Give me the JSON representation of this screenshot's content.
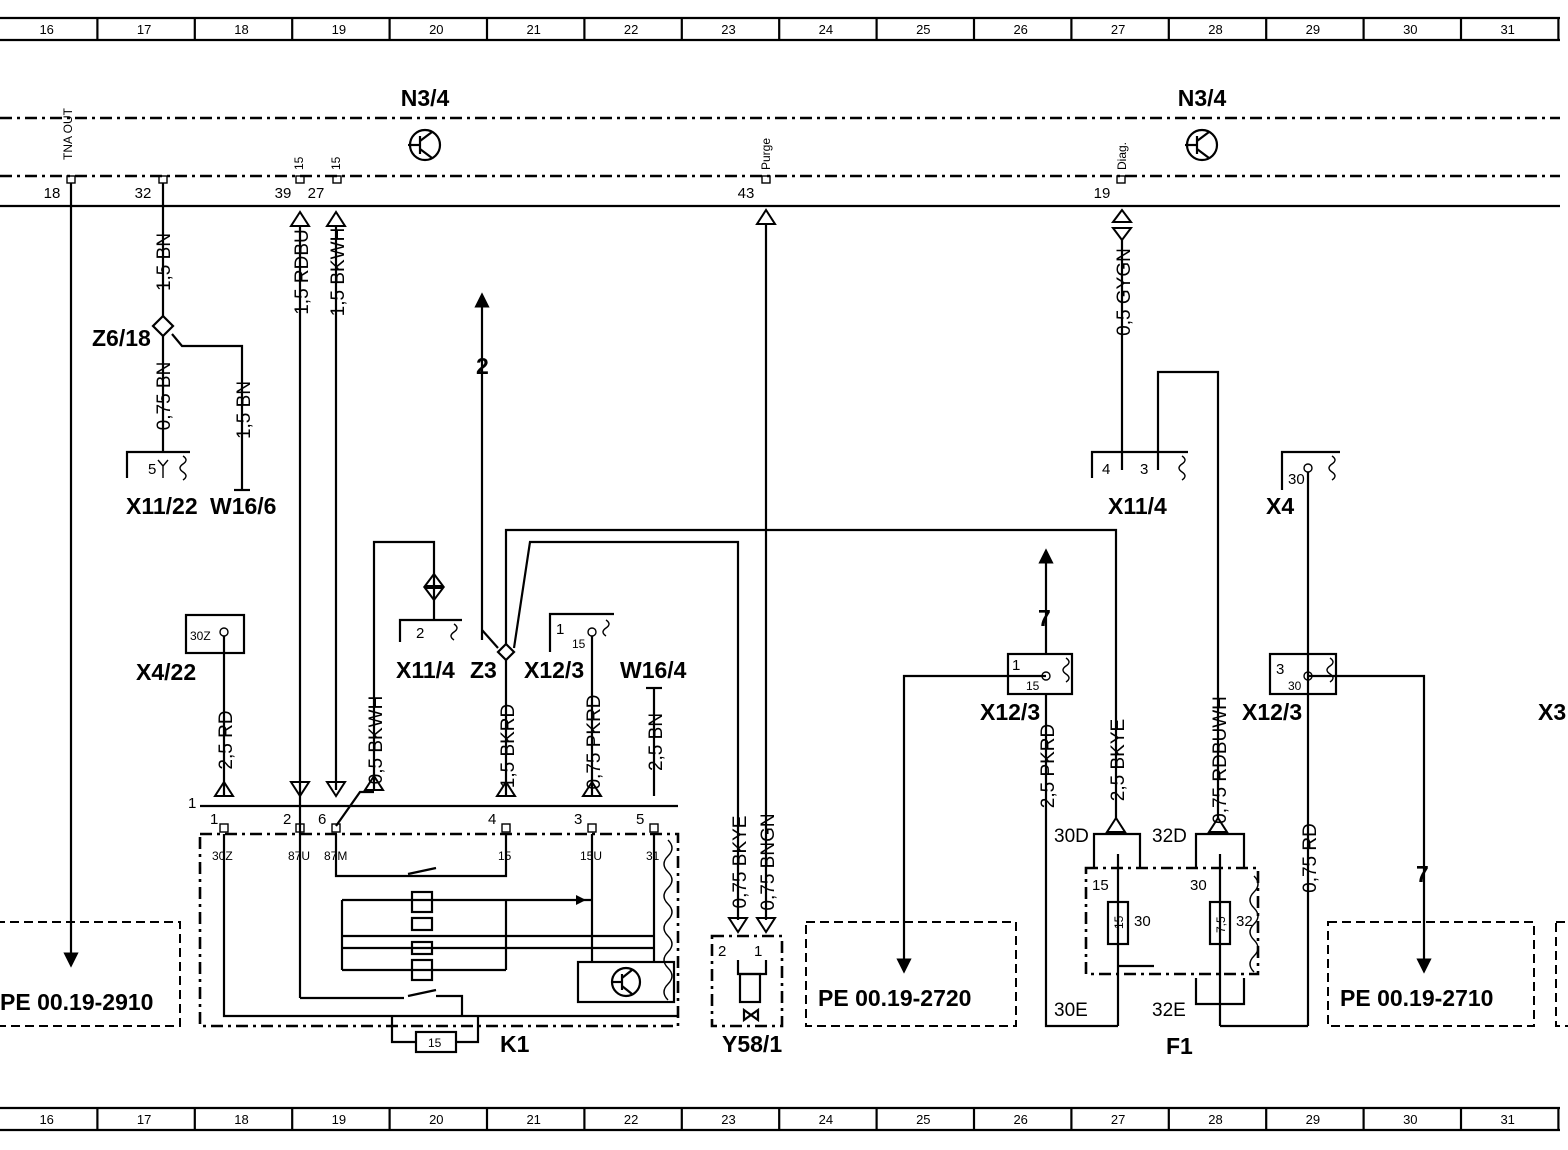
{
  "columns": [
    "16",
    "17",
    "18",
    "19",
    "20",
    "21",
    "22",
    "23",
    "24",
    "25",
    "26",
    "27",
    "28",
    "29",
    "30",
    "31"
  ],
  "components": {
    "n3_4_left": "N3/4",
    "n3_4_right": "N3/4",
    "z6_18": "Z6/18",
    "x11_22": "X11/22",
    "w16_6": "W16/6",
    "x11_4_right": "X11/4",
    "x4": "X4",
    "x4_22": "X4/22",
    "x11_4_mid": "X11/4",
    "z3": "Z3",
    "x12_3_mid": "X12/3",
    "w16_4": "W16/4",
    "x12_3_fuse": "X12/3",
    "x12_3_right": "X12/3",
    "x_cut": "X3",
    "k1": "K1",
    "y58_1": "Y58/1",
    "f1": "F1"
  },
  "ecu_pins": {
    "p18": {
      "num": "18",
      "name": "TNA OUT"
    },
    "p32": {
      "num": "32"
    },
    "p39": {
      "num": "39",
      "name": "15"
    },
    "p27": {
      "num": "27",
      "name": "15"
    },
    "p43": {
      "num": "43",
      "name": "Purge"
    },
    "p19": {
      "num": "19",
      "name": "Diag."
    }
  },
  "wires": {
    "w1": "1,5 BN",
    "w2": "0,75 BN",
    "w3": "1,5 BN",
    "w4": "1,5 RDBU",
    "w5": "1,5 BKWH",
    "w6": "0,5 GYGN",
    "w7": "2,5 RD",
    "w8": "0,5 BKWH",
    "w9": "1,5 BKRD",
    "w10": "0,75 PKRD",
    "w11": "2,5 BN",
    "w12": "0,75 BKYE",
    "w13": "0,75 BNGN",
    "w14": "2,5 PKRD",
    "w15": "2,5 BKYE",
    "w16": "0,75 RDBUWH",
    "w17": "0,75 RD"
  },
  "connector_pins": {
    "x11_22_pin": "5",
    "x11_4_pin4": "4",
    "x11_4_pin3": "3",
    "x4_pin": "30",
    "x4_22_pin": "30Z",
    "x11_4_mid_pin": "2",
    "x12_3_mid_pin1": "1",
    "x12_3_mid_pin15": "15",
    "x12_3_fuse_pin1": "1",
    "x12_3_fuse_pin15": "15",
    "x12_3_right_pin3": "3",
    "x12_3_right_pin30": "30",
    "y58_pin2": "2",
    "y58_pin1": "1"
  },
  "k1": {
    "box_num": "1",
    "pin_nums": [
      "1",
      "2",
      "6",
      "4",
      "3",
      "5"
    ],
    "pin_names": [
      "30Z",
      "87U",
      "87M",
      "15",
      "15U",
      "31"
    ],
    "fuse": "15"
  },
  "f1": {
    "in_left": "30D",
    "in_right": "32D",
    "out_left": "30E",
    "out_right": "32E",
    "fuse_left": "15",
    "fuse_right": "7,5",
    "left_top": "15",
    "left_side": "30",
    "right_top": "30",
    "right_side": "32"
  },
  "arrows": {
    "a2": "2",
    "a7_left": "7",
    "a7_right": "7"
  },
  "refs": {
    "r2910": "PE  00.19-2910",
    "r2720": "PE  00.19-2720",
    "r2710": "PE  00.19-2710"
  }
}
